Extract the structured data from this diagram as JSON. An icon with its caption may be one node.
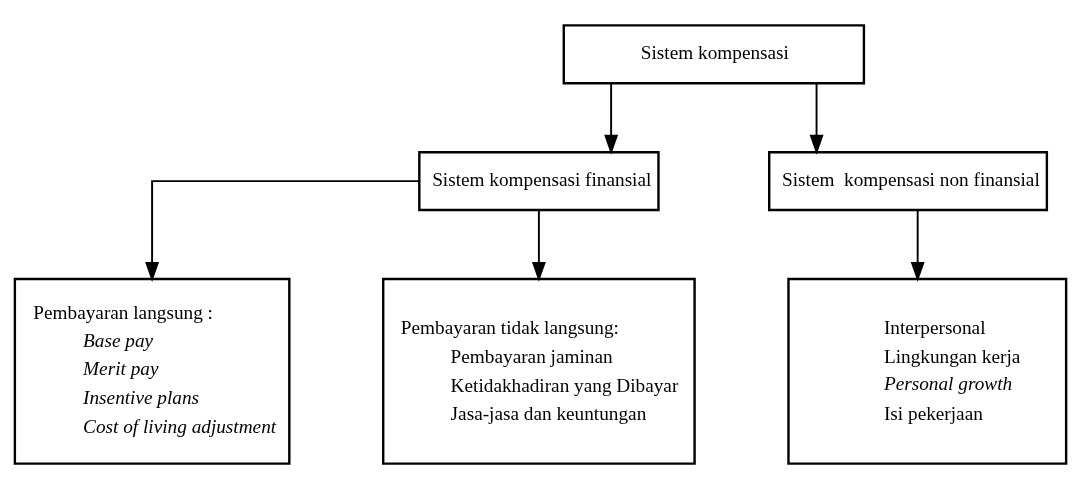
{
  "diagram": {
    "nodes": [
      {
        "text": [
          "Sistem kompensasi"
        ]
      },
      {
        "text": [
          "Sistem kompensasi finansial"
        ]
      },
      {
        "text": [
          "Sistem  kompensasi non finansial"
        ]
      },
      {
        "text": [
          "Pembayaran langsung :",
          "*Base pay*",
          "*Merit pay*",
          "*Insentive plans*",
          "*Cost of living adjustment*"
        ]
      },
      {
        "text": [
          "Pembayaran tidak langsung:",
          "Pembayaran jaminan",
          "Ketidakhadiran yang Dibayar",
          "Jasa-jasa dan keuntungan"
        ]
      },
      {
        "text": [
          "Interpersonal",
          "Lingkungan kerja",
          "*Personal growth*",
          "Isi pekerjaan"
        ]
      }
    ],
    "edges": [
      {
        "from": 0,
        "to": 1,
        "arrow": "to"
      },
      {
        "from": 0,
        "to": 2,
        "arrow": "to"
      },
      {
        "from": 1,
        "to": 3,
        "arrow": "to"
      },
      {
        "from": 1,
        "to": 4,
        "arrow": "to"
      },
      {
        "from": 2,
        "to": 5,
        "arrow": "to"
      }
    ]
  }
}
